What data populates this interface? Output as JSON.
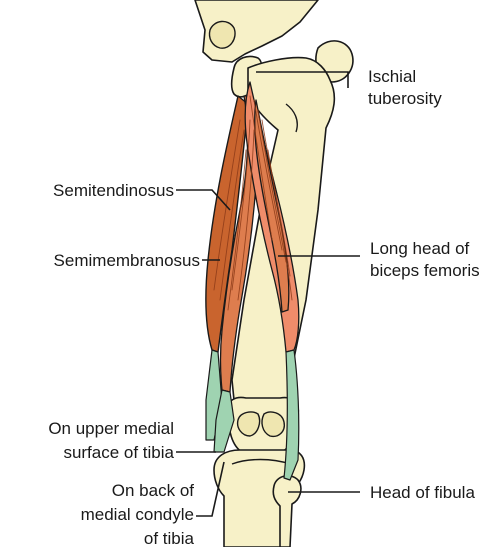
{
  "labels": {
    "ischial": [
      "Ischial",
      "tuberosity"
    ],
    "semitendinosus": "Semitendinosus",
    "semimembranosus": "Semimembranosus",
    "biceps": [
      "Long head of",
      "biceps femoris"
    ],
    "upper_medial": [
      "On upper medial",
      "surface of tibia"
    ],
    "back_condyle": [
      "On back of",
      "medial condyle",
      "of tibia"
    ],
    "head_fibula": "Head of fibula"
  },
  "colors": {
    "bone": "#f7f1c8",
    "muscle_deep": "#c9642e",
    "muscle_mid": "#de7d4e",
    "muscle_light": "#ef8c6a",
    "tendon": "#9fd3b1",
    "line": "#1a1a1a"
  }
}
